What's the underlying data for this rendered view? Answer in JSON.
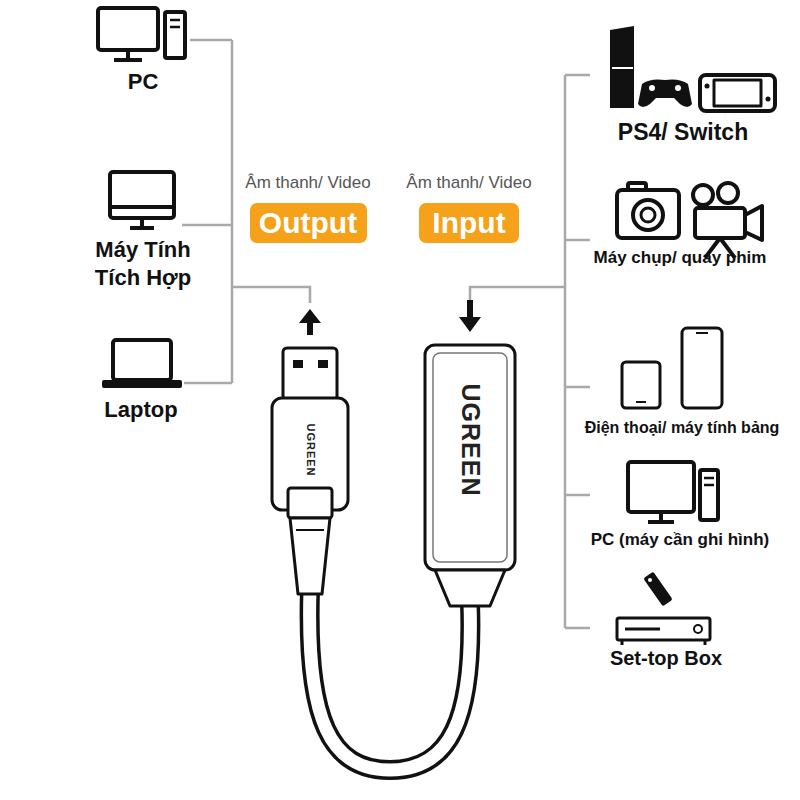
{
  "diagram": {
    "nodes": [
      {
        "text": [
          "Âm thanh/ Video",
          "Output"
        ]
      },
      {
        "text": [
          "Âm thanh/ Video",
          "Input"
        ]
      }
    ],
    "labels": [
      "PC",
      "Máy Tính Tích Hợp",
      "Laptop",
      "PS4/ Switch",
      "Máy chụp/ quay phim",
      "Điện thoại/ máy tính bảng",
      "PC (máy cần ghi hình)",
      "Set-top Box",
      "UGREEN",
      "UGREEN"
    ]
  }
}
